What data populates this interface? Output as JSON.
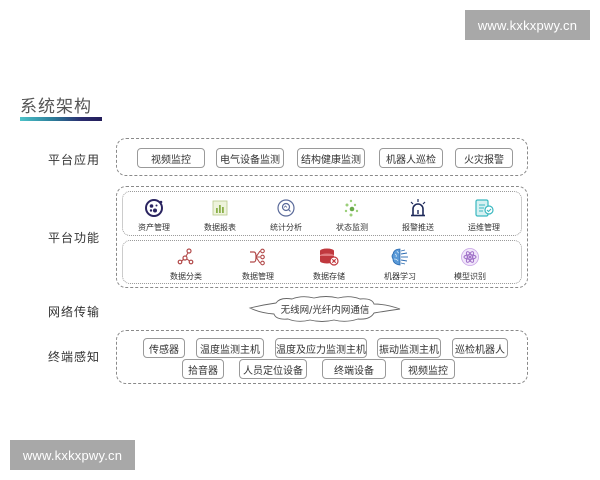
{
  "watermarks": {
    "top": "www.kxkxpwy.cn",
    "bottom": "www.kxkxpwy.cn"
  },
  "header": {
    "title": "系统架构",
    "underline_gradient": [
      "#4cc3c9",
      "#2c7d9a",
      "#2a2c6e",
      "#231d5a"
    ]
  },
  "layers": {
    "application": {
      "label": "平台应用",
      "items": [
        "视频监控",
        "电气设备监测",
        "结构健康监测",
        "机器人巡检",
        "火灾报警"
      ]
    },
    "function": {
      "label": "平台功能",
      "row1": [
        {
          "label": "资产管理",
          "icon": "asset-management-icon",
          "color": "#2a2460"
        },
        {
          "label": "数据报表",
          "icon": "data-report-icon",
          "color": "#8bb04a"
        },
        {
          "label": "统计分析",
          "icon": "statistics-analysis-icon",
          "color": "#4a5a8a"
        },
        {
          "label": "状态监测",
          "icon": "status-monitoring-icon",
          "color": "#7cb35a"
        },
        {
          "label": "报警推送",
          "icon": "alarm-push-icon",
          "color": "#1e2a5a"
        },
        {
          "label": "运维管理",
          "icon": "operations-management-icon",
          "color": "#3ab8c0"
        }
      ],
      "row2": [
        {
          "label": "数据分类",
          "icon": "data-classification-icon",
          "color": "#b24a4a"
        },
        {
          "label": "数据管理",
          "icon": "data-management-icon",
          "color": "#b24a4a"
        },
        {
          "label": "数据存储",
          "icon": "data-storage-icon",
          "color": "#c0383e"
        },
        {
          "label": "机器学习",
          "icon": "machine-learning-icon",
          "color": "#3a7ac0"
        },
        {
          "label": "模型识别",
          "icon": "model-recognition-icon",
          "color": "#a070c8"
        }
      ]
    },
    "network": {
      "label": "网络传输",
      "text": "无线网/光纤内网通信"
    },
    "terminal": {
      "label": "终端感知",
      "row1": [
        "传感器",
        "温度监测主机",
        "温度及应力监测主机",
        "振动监测主机",
        "巡检机器人"
      ],
      "row2": [
        "拾音器",
        "人员定位设备",
        "终端设备",
        "视频监控"
      ]
    }
  }
}
